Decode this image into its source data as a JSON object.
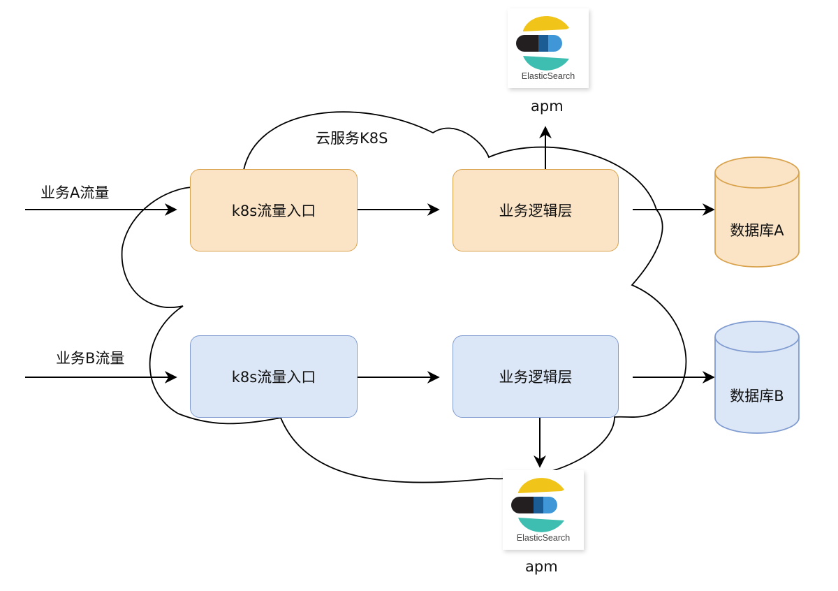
{
  "cloud": {
    "label": "云服务K8S"
  },
  "row_a": {
    "traffic_label": "业务A流量",
    "ingress_label": "k8s流量入口",
    "logic_label": "业务逻辑层",
    "db_label": "数据库A"
  },
  "row_b": {
    "traffic_label": "业务B流量",
    "ingress_label": "k8s流量入口",
    "logic_label": "业务逻辑层",
    "db_label": "数据库B"
  },
  "apm_top": {
    "caption": "ElasticSearch",
    "label": "apm"
  },
  "apm_bottom": {
    "caption": "ElasticSearch",
    "label": "apm"
  },
  "colors": {
    "orange_fill": "#fbe4c6",
    "orange_stroke": "#d9a34e",
    "blue_fill": "#dbe6f6",
    "blue_stroke": "#7f9bd0",
    "es_yellow": "#f0c419",
    "es_black": "#231f20",
    "es_blue": "#3f97d8",
    "es_teal": "#3ebeb0"
  }
}
